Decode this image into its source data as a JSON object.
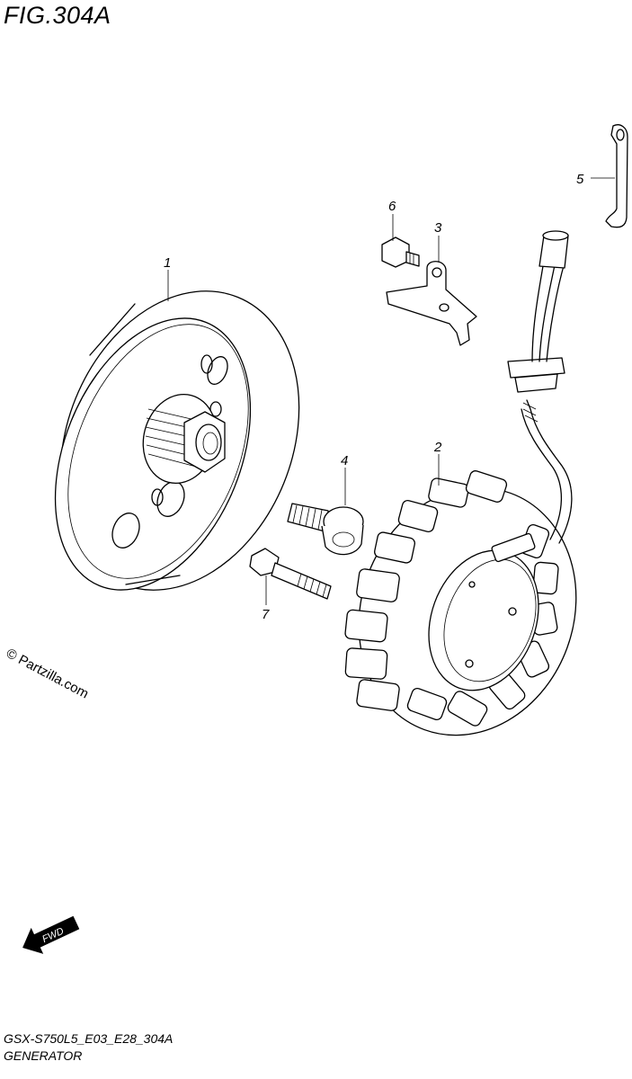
{
  "figure": {
    "title": "FIG.304A"
  },
  "callouts": [
    {
      "id": "1",
      "label": "1"
    },
    {
      "id": "2",
      "label": "2"
    },
    {
      "id": "3",
      "label": "3"
    },
    {
      "id": "4",
      "label": "4"
    },
    {
      "id": "5",
      "label": "5"
    },
    {
      "id": "6",
      "label": "6"
    },
    {
      "id": "7",
      "label": "7"
    }
  ],
  "direction_badge": {
    "label": "FWD"
  },
  "watermark": {
    "text": "© Partzilla.com"
  },
  "footer": {
    "code": "GSX-S750L5_E03_E28_304A",
    "name": "GENERATOR"
  }
}
